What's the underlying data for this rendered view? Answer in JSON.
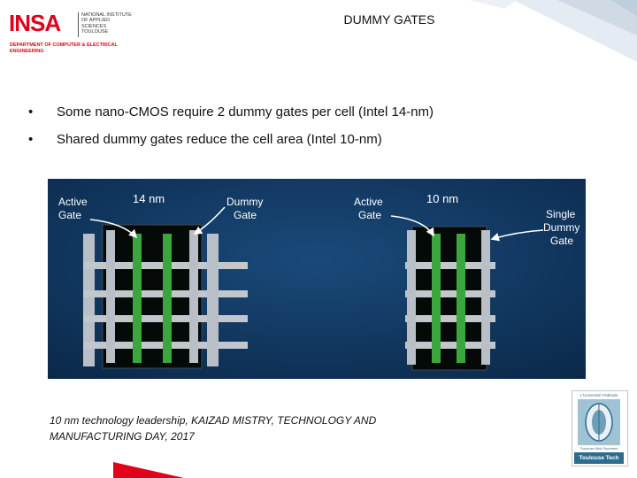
{
  "header": {
    "title": "DUMMY GATES",
    "logo_mark": "INSA",
    "logo_lines": [
      "National Institute",
      "of Applied",
      "Sciences",
      "Toulouse"
    ],
    "department_lines": [
      "Department of Computer & Electrical",
      "Engineering"
    ]
  },
  "bullets": [
    {
      "symbol": "•",
      "text": "Some nano-CMOS require 2 dummy gates per cell (Intel 14-nm)"
    },
    {
      "symbol": "•",
      "text": "Shared dummy gates reduce the cell area (Intel 10-nm)"
    }
  ],
  "figure": {
    "labels": {
      "active_gate_left": [
        "Active",
        "Gate"
      ],
      "node_14": "14 nm",
      "dummy_gate": [
        "Dummy",
        "Gate"
      ],
      "active_gate_right": [
        "Active",
        "Gate"
      ],
      "node_10": "10 nm",
      "single_dummy_gate": [
        "Single",
        "Dummy",
        "Gate"
      ]
    },
    "colors": {
      "background": "#0d2f55",
      "active_gate": "#3aa63c",
      "dummy_gate": "#b9bfc6",
      "fin": "#c2c7cc",
      "cell": "#050a08"
    }
  },
  "caption": [
    "10 nm technology leadership, KAIZAD MISTRY, TECHNOLOGY AND",
    "MANUFACTURING DAY, 2017"
  ],
  "badge": {
    "top": "L'Université Fédérale",
    "line": "Toulouse Midi-Pyrénées",
    "foot": "Toulouse Tech"
  },
  "theme": {
    "brand_red": "#e2001a",
    "corner_blue": "#dde6ee"
  }
}
